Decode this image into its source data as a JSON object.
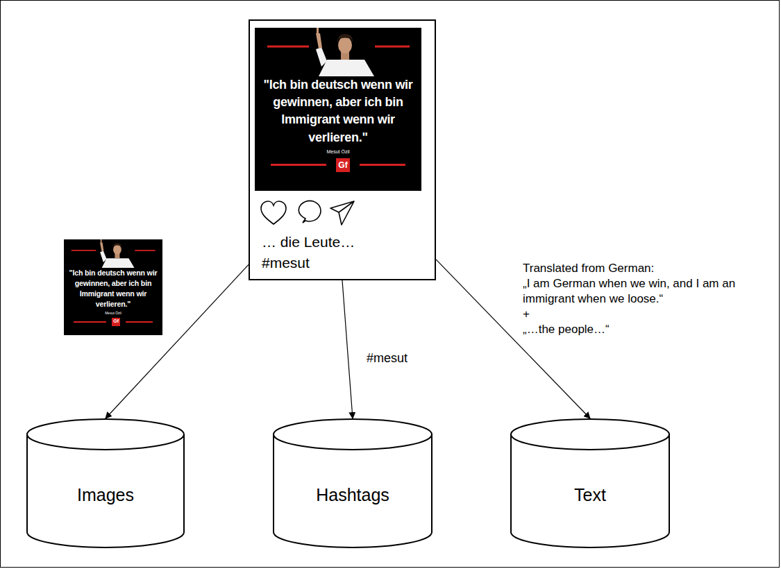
{
  "diagram": {
    "nodes": [
      {
        "text": [
          "… die Leute…",
          "#mesut"
        ]
      },
      {
        "text": [
          "\"Ich bin deutsch wenn wir gewinnen, aber ich bin Immigrant wenn wir verlieren.\"",
          "Mesut Özil",
          "Gf"
        ],
        "in": 0
      },
      {
        "text": [
          "\"Ich bin deutsch wenn wir gewinnen, aber ich bin Immigrant wenn wir verlieren.\"",
          "Mesut Özil",
          "Gf"
        ]
      },
      {
        "text": [
          "Images"
        ]
      },
      {
        "text": [
          "Hashtags"
        ]
      },
      {
        "text": [
          "Text"
        ]
      }
    ],
    "edges": [
      {
        "from": 0,
        "to": 3,
        "arrow": "to"
      },
      {
        "from": 0,
        "to": 4,
        "arrow": "to"
      },
      {
        "from": 0,
        "to": 5,
        "arrow": "to"
      }
    ],
    "labels": [
      "#mesut",
      "Translated from German:",
      "„I am German when we win, and I am an immigrant when we loose.“",
      "+",
      "„…the people…“"
    ]
  }
}
